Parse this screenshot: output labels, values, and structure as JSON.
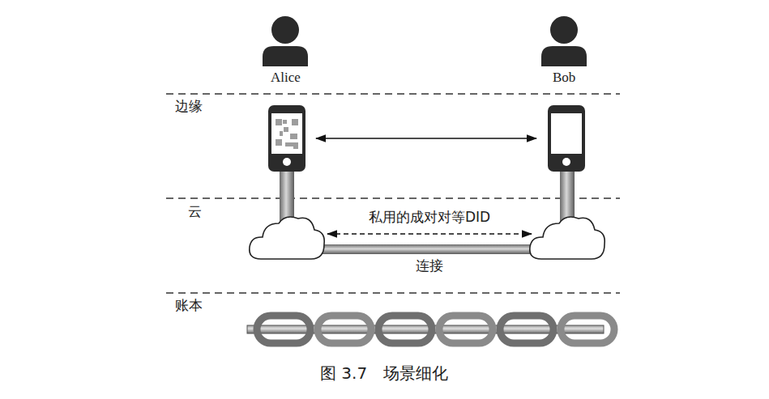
{
  "diagram": {
    "caption": "图 3.7　场景细化",
    "nodes": [
      {
        "text": [
          "Alice"
        ]
      },
      {
        "text": [
          "Bob"
        ]
      }
    ],
    "labels": [
      "边缘",
      "云",
      "账本",
      "私用的成对对等DID",
      "连接"
    ]
  }
}
